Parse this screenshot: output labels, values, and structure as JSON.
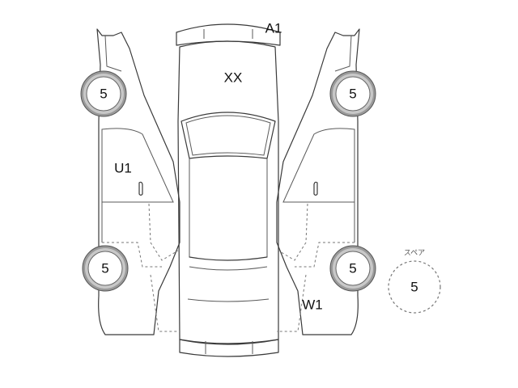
{
  "diagram": {
    "damage_codes": {
      "front_roof": "A1",
      "hood": "XX",
      "left_door": "U1",
      "right_rear": "W1"
    },
    "tires": {
      "front_left": "5",
      "front_right": "5",
      "rear_left": "5",
      "rear_right": "5"
    },
    "spare": {
      "title": "スペア",
      "value": "5"
    }
  }
}
